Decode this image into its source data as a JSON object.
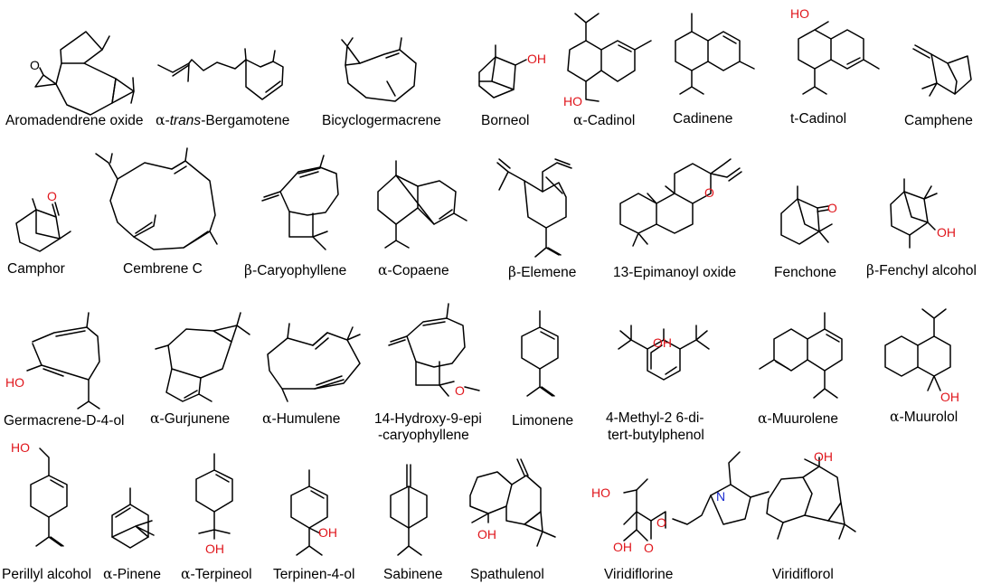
{
  "colors": {
    "bond": "#000000",
    "oxygen": "#e0161c",
    "nitrogen": "#1a2bd0",
    "label": "#000000"
  },
  "compounds": [
    {
      "name": "Aromadendrene oxide"
    },
    {
      "prefix": "α-",
      "italic": "trans",
      "name": "-Bergamotene"
    },
    {
      "name": "Bicyclogermacrene"
    },
    {
      "name": "Borneol"
    },
    {
      "prefix": "α-",
      "name": "Cadinol"
    },
    {
      "name": "Cadinene"
    },
    {
      "name": "t-Cadinol"
    },
    {
      "name": "Camphene"
    },
    {
      "name": "Camphor"
    },
    {
      "name": "Cembrene C"
    },
    {
      "prefix": "β-",
      "name": "Caryophyllene"
    },
    {
      "prefix": "α-",
      "name": "Copaene"
    },
    {
      "prefix": "β-",
      "name": "Elemene"
    },
    {
      "name": "13-Epimanoyl oxide"
    },
    {
      "name": "Fenchone"
    },
    {
      "prefix": "β-",
      "name": "Fenchyl alcohol"
    },
    {
      "name": "Germacrene-D-4-ol"
    },
    {
      "prefix": "α-",
      "name": "Gurjunene"
    },
    {
      "prefix": "α-",
      "name": "Humulene"
    },
    {
      "line1": "14-Hydroxy-9-epi",
      "line2": "-caryophyllene"
    },
    {
      "name": "Limonene"
    },
    {
      "line1": "4-Methyl-2 6-di-",
      "line2": "tert-butylphenol"
    },
    {
      "prefix": "α-",
      "name": "Muurolene"
    },
    {
      "prefix": "α-",
      "name": "Muurolol"
    },
    {
      "name": "Perillyl alcohol"
    },
    {
      "prefix": "α-",
      "name": "Pinene"
    },
    {
      "prefix": "α-",
      "name": "Terpineol"
    },
    {
      "name": "Terpinen-4-ol"
    },
    {
      "name": "Sabinene"
    },
    {
      "name": "Spathulenol"
    },
    {
      "name": "Viridiflorine"
    },
    {
      "name": "Viridiflorol"
    }
  ],
  "atoms": {
    "oxygen": "O",
    "hydroxyl": "OH",
    "hydroxyl_left": "HO",
    "nitrogen": "N"
  }
}
